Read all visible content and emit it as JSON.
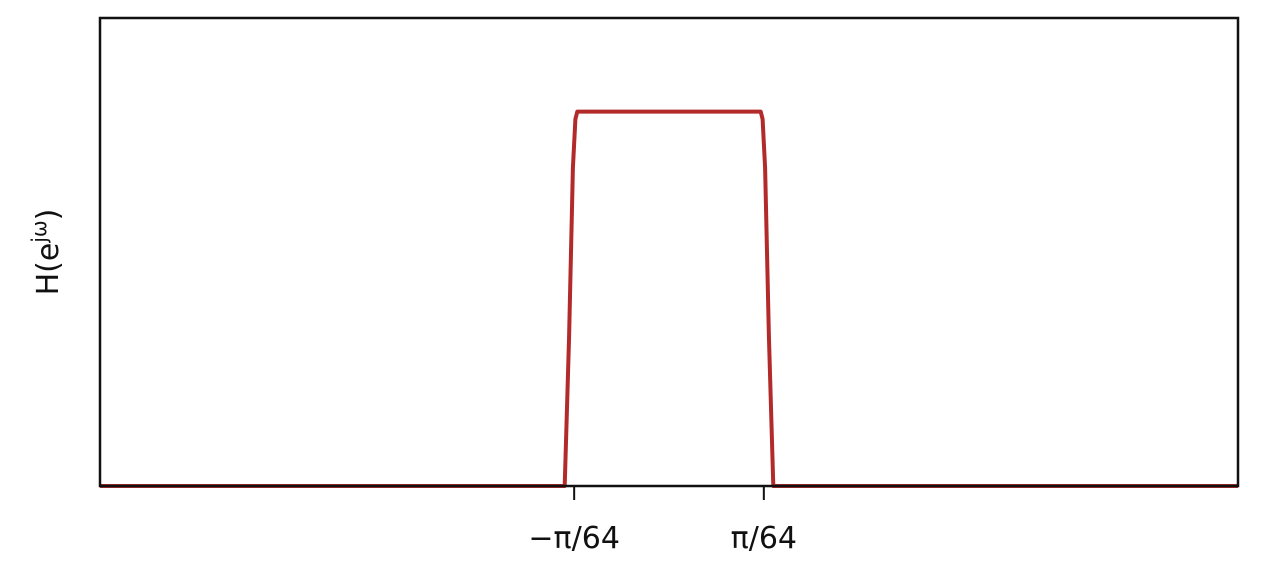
{
  "chart_data": {
    "type": "line",
    "title": "",
    "xlabel": "",
    "ylabel": "H(e^{jω})",
    "ylabel_parts": {
      "base": "H(e",
      "sup": "jω",
      "close": ")"
    },
    "x_ticks": [
      {
        "value": -0.015,
        "label": "−π/64"
      },
      {
        "value": 0.015,
        "label": "π/64"
      }
    ],
    "xlim": [
      -0.09,
      0.09
    ],
    "ylim": [
      0,
      1.25
    ],
    "grid": false,
    "legend": "none",
    "series": [
      {
        "color": "#b22a2a",
        "x": [
          -0.09,
          -0.0165,
          -0.0158,
          -0.0152,
          -0.0148,
          -0.0145,
          0.0145,
          0.0148,
          0.0152,
          0.0158,
          0.0165,
          0.09
        ],
        "y": [
          0,
          0,
          0.4,
          0.85,
          0.98,
          1,
          1,
          0.98,
          0.85,
          0.4,
          0,
          0
        ]
      }
    ]
  }
}
